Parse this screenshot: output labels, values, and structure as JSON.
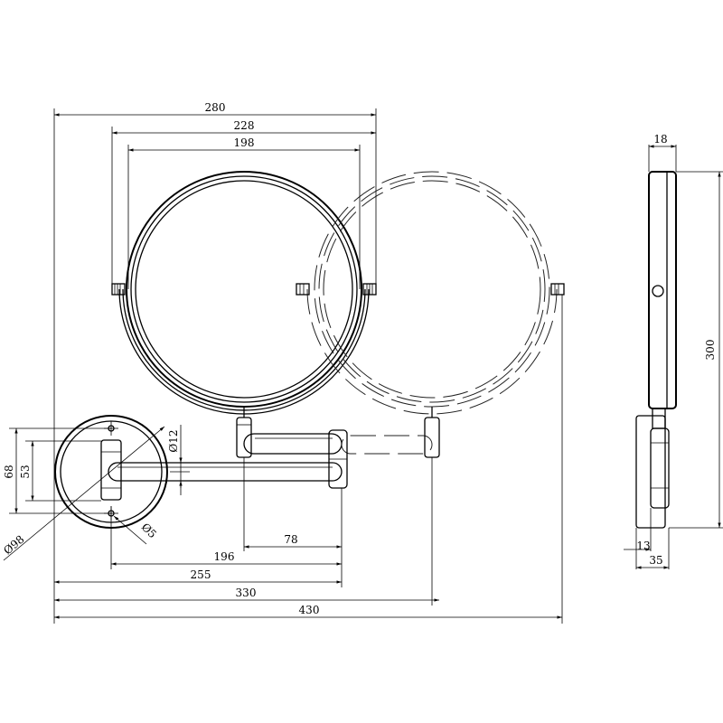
{
  "dimensions": {
    "overall_width_430": "430",
    "reach_330": "330",
    "reach_255": "255",
    "arm_196": "196",
    "arm_78": "78",
    "mirror_280": "280",
    "mirror_228": "228",
    "mirror_198": "198",
    "plate_height_68": "68",
    "plate_height_53": "53",
    "plate_dia": "Ø98",
    "hole_dia": "Ø5",
    "pivot_dia": "Ø12",
    "side_height_300": "300",
    "side_depth_18": "18",
    "side_depth_13": "13",
    "side_depth_35": "35"
  }
}
